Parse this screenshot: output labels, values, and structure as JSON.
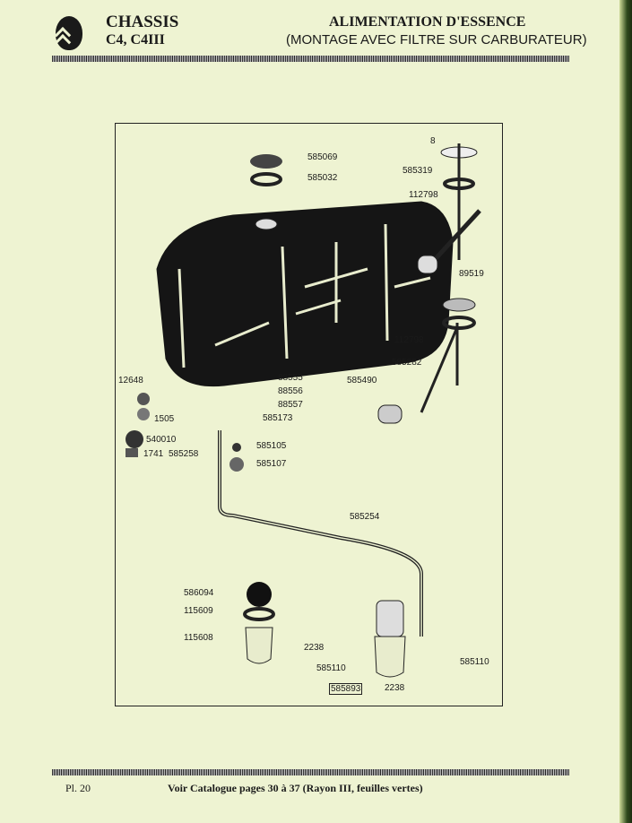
{
  "header": {
    "section": "CHASSIS",
    "models": "C4, C4III",
    "title": "ALIMENTATION D'ESSENCE",
    "subtitle": "(MONTAGE AVEC FILTRE SUR CARBURATEUR)"
  },
  "parts": {
    "p585069": "585069",
    "p585032": "585032",
    "p585319": "585319",
    "p112798a": "112798",
    "p89519": "89519",
    "p112798b": "112798",
    "p585282": "585282",
    "p585490": "585490",
    "p88555": "88555",
    "p88556": "88556",
    "p88557": "88557",
    "p12648": "12648",
    "p1505": "1505",
    "p540010": "540010",
    "p1741": "1741",
    "p585258": "585258",
    "p585173": "585173",
    "p585105": "585105",
    "p585107": "585107",
    "p585254": "585254",
    "p586094": "586094",
    "p115609": "115609",
    "p115608": "115608",
    "p2238a": "2238",
    "p585110a": "585110",
    "p585893": "585893",
    "p2238b": "2238",
    "p585110b": "585110",
    "p8": "8"
  },
  "footer": {
    "plate": "Pl. 20",
    "note": "Voir Catalogue pages 30 à 37 (Rayon III, feuilles vertes)"
  }
}
